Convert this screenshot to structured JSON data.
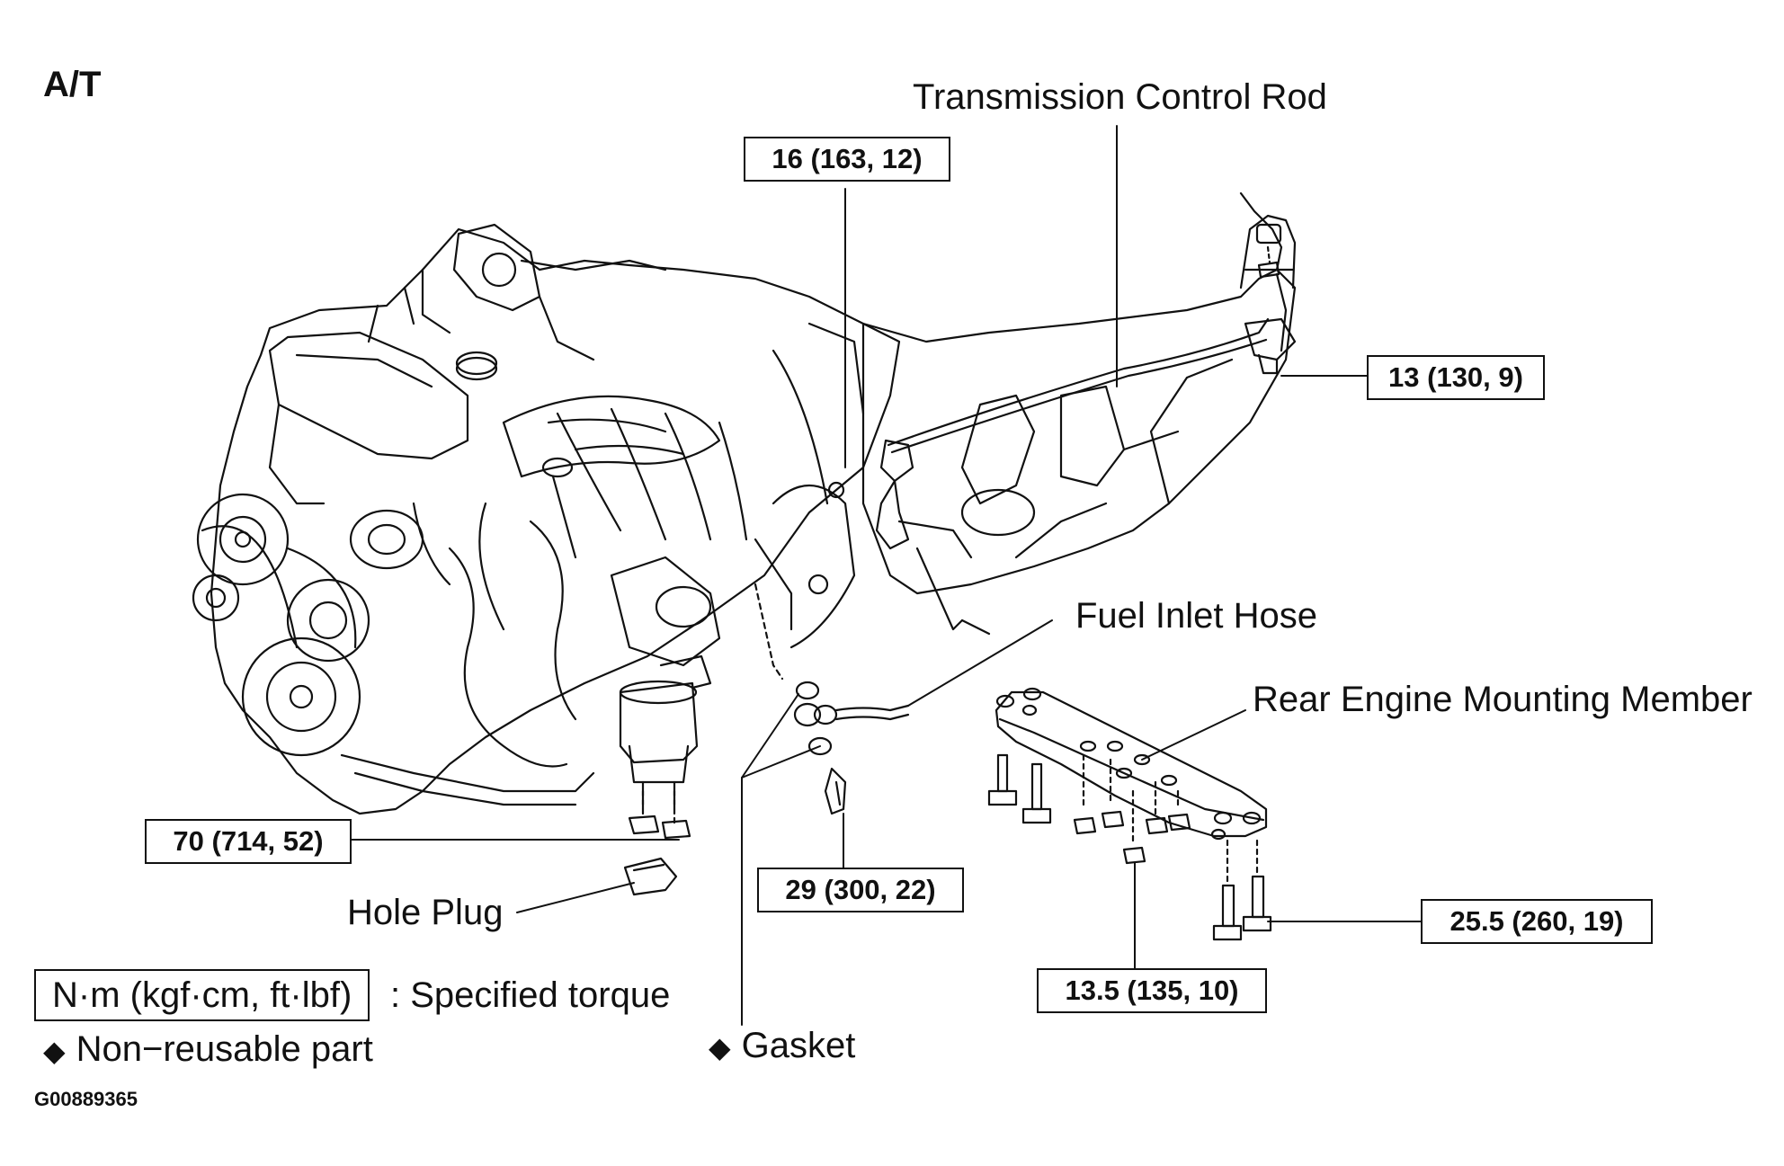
{
  "title": "A/T",
  "figure_code": "G00889365",
  "callouts": {
    "transmission_control_rod": "Transmission Control Rod",
    "fuel_inlet_hose": "Fuel Inlet Hose",
    "rear_engine_mounting_member": "Rear Engine Mounting Member",
    "hole_plug": "Hole Plug",
    "gasket": "Gasket"
  },
  "torque_specs": {
    "manifold_bolt": "16 (163, 12)",
    "rod_nut": "13 (130, 9)",
    "mount_nut": "70 (714, 52)",
    "hose_bolt": "29 (300, 22)",
    "member_bolt": "25.5 (260, 19)",
    "member_nut": "13.5 (135, 10)"
  },
  "legend": {
    "unit_box": "N·m (kgf·cm, ft·lbf)",
    "unit_desc": ": Specified torque",
    "nonreusable": "Non−reusable part",
    "diamond_symbol": "◆"
  },
  "colors": {
    "line": "#111111",
    "background": "#ffffff"
  }
}
